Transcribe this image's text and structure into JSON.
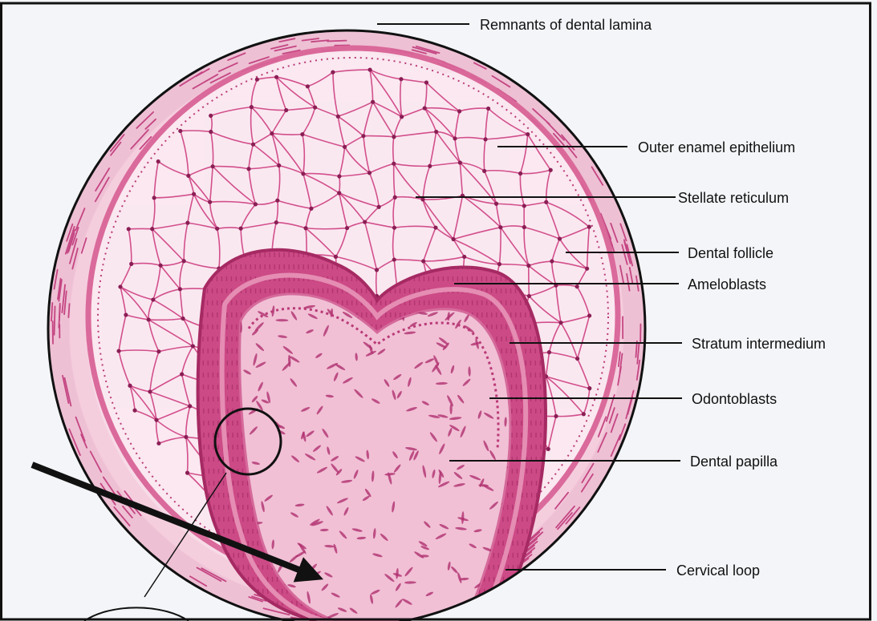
{
  "figure": {
    "colors": {
      "background": "#f3f5f8",
      "frame": "#000000",
      "tissue_light": "#fbe6ef",
      "tissue_pink": "#eaa6c4",
      "membrane": "#c8407e",
      "nucleus": "#8a1f55",
      "leader_line": "#111111"
    },
    "labels": [
      {
        "id": "remnants-dental-lamina",
        "text": "Remnants of dental lamina"
      },
      {
        "id": "outer-enamel-epithelium",
        "text": "Outer enamel epithelium"
      },
      {
        "id": "stellate-reticulum",
        "text": "Stellate reticulum"
      },
      {
        "id": "dental-follicle",
        "text": "Dental follicle"
      },
      {
        "id": "ameloblasts",
        "text": "Ameloblasts"
      },
      {
        "id": "stratum-intermedium",
        "text": "Stratum intermedium"
      },
      {
        "id": "odontoblasts",
        "text": "Odontoblasts"
      },
      {
        "id": "dental-papilla",
        "text": "Dental papilla"
      },
      {
        "id": "cervical-loop",
        "text": "Cervical loop"
      }
    ]
  }
}
